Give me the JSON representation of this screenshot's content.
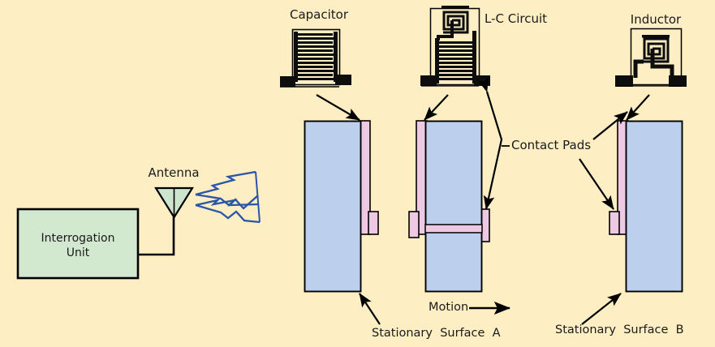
{
  "figure": {
    "background_color": "#fdeec4",
    "title_hidden": "",
    "labels": {
      "capacitor": "Capacitor",
      "lc_circuit": "L-C Circuit",
      "inductor": "Inductor",
      "antenna": "Antenna",
      "interrogation_unit_line1": "Interrogation",
      "interrogation_unit_line2": "Unit",
      "contact_pads": "Contact Pads",
      "motion": "Motion",
      "stationary_surface_a": "Stationary  Surface  A",
      "stationary_surface_b": "Stationary  Surface  B"
    }
  },
  "colors": {
    "background": "#fdeec4",
    "substrate_blue": "#bccfec",
    "pad_pink": "#eec9e3",
    "unit_green": "#d2e8cf",
    "antenna_green": "#cde4cd",
    "metal_black": "#0d0d0d",
    "wave_blue": "#2a55a8",
    "outline": "#000000"
  },
  "components": {
    "capacitor": {
      "name": "interdigitated-capacitor",
      "finger_count": 13,
      "pads": 2
    },
    "lc_circuit": {
      "name": "lc-resonant-circuit",
      "inductor_turns": 3,
      "finger_count": 11,
      "pads": 2
    },
    "inductor": {
      "name": "spiral-inductor",
      "inductor_turns": 3,
      "pads": 2
    }
  },
  "panels": [
    {
      "name": "capacitor-substrate",
      "pad_side": "right"
    },
    {
      "name": "lc-substrate",
      "pad_side": "both"
    },
    {
      "name": "inductor-substrate",
      "pad_side": "left"
    }
  ],
  "system": {
    "interrogation_unit": "Interrogation Unit",
    "antenna_type": "horn-antenna",
    "wave_count": 2
  }
}
